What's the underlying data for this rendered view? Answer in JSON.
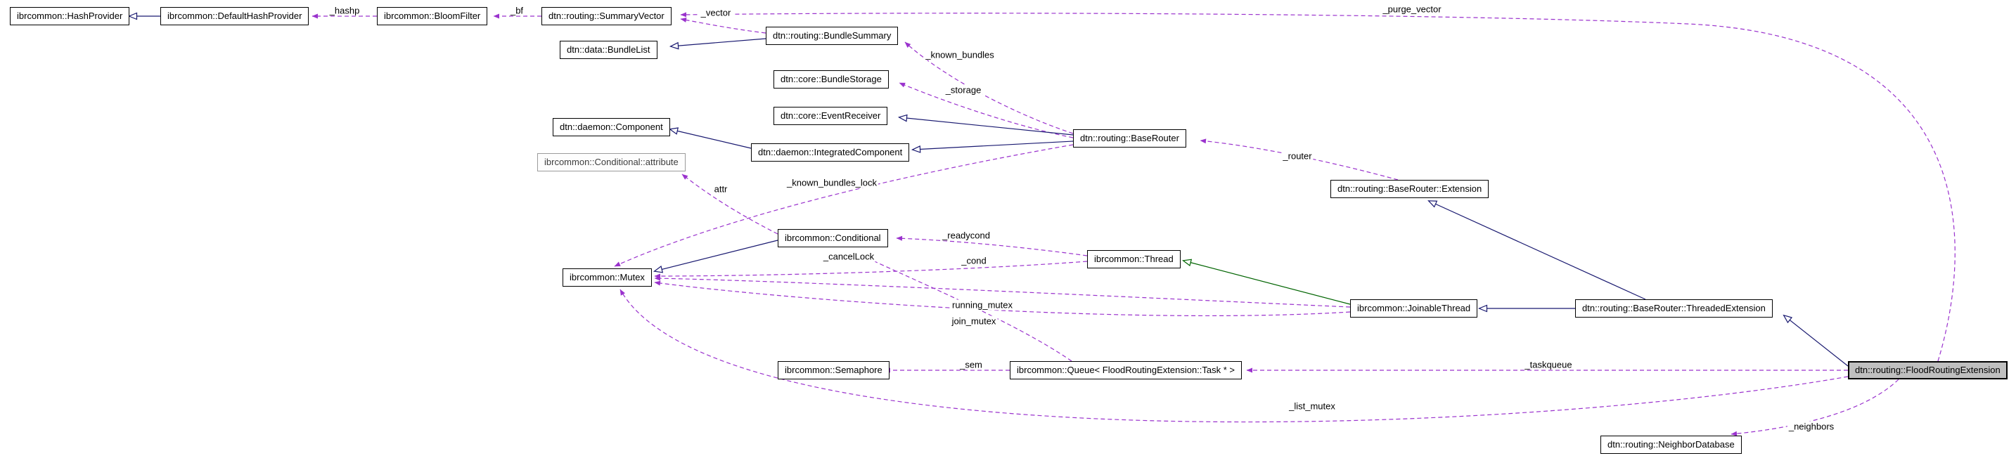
{
  "diagram": {
    "kind": "doxygen-collaboration-graph",
    "focus_class": "dtn::routing::FloodRoutingExtension",
    "colors": {
      "background": "#ffffff",
      "node_fill": "#ffffff",
      "node_border": "#000000",
      "focus_node_fill": "#bfbfbf",
      "undocumented_node_border": "#9b9b9b",
      "inheritance_edge": "#191970",
      "protected_inheritance_edge": "#006400",
      "usage_edge": "#9a32cd"
    }
  },
  "nodes": [
    {
      "id": "hashprovider",
      "label": "ibrcommon::HashProvider",
      "kind": "class"
    },
    {
      "id": "defaulthashprovider",
      "label": "ibrcommon::DefaultHashProvider",
      "kind": "class"
    },
    {
      "id": "bloomfilter",
      "label": "ibrcommon::BloomFilter",
      "kind": "class"
    },
    {
      "id": "summaryvector",
      "label": "dtn::routing::SummaryVector",
      "kind": "class"
    },
    {
      "id": "bundlelist",
      "label": "dtn::data::BundleList",
      "kind": "class"
    },
    {
      "id": "bundlesummary",
      "label": "dtn::routing::BundleSummary",
      "kind": "class"
    },
    {
      "id": "bundlestorage",
      "label": "dtn::core::BundleStorage",
      "kind": "class"
    },
    {
      "id": "eventreceiver",
      "label": "dtn::core::EventReceiver",
      "kind": "class"
    },
    {
      "id": "component",
      "label": "dtn::daemon::Component",
      "kind": "class"
    },
    {
      "id": "integratedcomponent",
      "label": "dtn::daemon::IntegratedComponent",
      "kind": "class"
    },
    {
      "id": "attribute",
      "label": "ibrcommon::Conditional::attribute",
      "kind": "undocumented"
    },
    {
      "id": "baserouter",
      "label": "dtn::routing::BaseRouter",
      "kind": "class"
    },
    {
      "id": "extension",
      "label": "dtn::routing::BaseRouter::Extension",
      "kind": "class"
    },
    {
      "id": "conditional",
      "label": "ibrcommon::Conditional",
      "kind": "class"
    },
    {
      "id": "thread",
      "label": "ibrcommon::Thread",
      "kind": "class"
    },
    {
      "id": "mutex",
      "label": "ibrcommon::Mutex",
      "kind": "class"
    },
    {
      "id": "joinablethread",
      "label": "ibrcommon::JoinableThread",
      "kind": "class"
    },
    {
      "id": "threadedextension",
      "label": "dtn::routing::BaseRouter::ThreadedExtension",
      "kind": "class"
    },
    {
      "id": "semaphore",
      "label": "ibrcommon::Semaphore",
      "kind": "class"
    },
    {
      "id": "queue",
      "label": "ibrcommon::Queue< FloodRoutingExtension::Task * >",
      "kind": "class"
    },
    {
      "id": "floodroutingextension",
      "label": "dtn::routing::FloodRoutingExtension",
      "kind": "focus"
    },
    {
      "id": "neighbordatabase",
      "label": "dtn::routing::NeighborDatabase",
      "kind": "class"
    }
  ],
  "edges": [
    {
      "from": "defaulthashprovider",
      "to": "hashprovider",
      "relation": "inheritance",
      "label": ""
    },
    {
      "from": "bloomfilter",
      "to": "defaulthashprovider",
      "relation": "usage",
      "label": "_hashp"
    },
    {
      "from": "summaryvector",
      "to": "bloomfilter",
      "relation": "usage",
      "label": "_bf"
    },
    {
      "from": "bundlesummary",
      "to": "summaryvector",
      "relation": "usage",
      "label": "_vector"
    },
    {
      "from": "bundlesummary",
      "to": "bundlelist",
      "relation": "inheritance",
      "label": ""
    },
    {
      "from": "baserouter",
      "to": "bundlesummary",
      "relation": "usage",
      "label": "_known_bundles"
    },
    {
      "from": "baserouter",
      "to": "bundlestorage",
      "relation": "usage",
      "label": "_storage"
    },
    {
      "from": "baserouter",
      "to": "eventreceiver",
      "relation": "inheritance",
      "label": ""
    },
    {
      "from": "baserouter",
      "to": "integratedcomponent",
      "relation": "inheritance",
      "label": ""
    },
    {
      "from": "integratedcomponent",
      "to": "component",
      "relation": "inheritance",
      "label": ""
    },
    {
      "from": "extension",
      "to": "baserouter",
      "relation": "usage",
      "label": "_router"
    },
    {
      "from": "conditional",
      "to": "attribute",
      "relation": "usage",
      "label": "attr"
    },
    {
      "from": "baserouter",
      "to": "mutex",
      "relation": "usage",
      "label": "_known_bundles_lock"
    },
    {
      "from": "conditional",
      "to": "mutex",
      "relation": "inheritance",
      "label": ""
    },
    {
      "from": "thread",
      "to": "conditional",
      "relation": "usage",
      "label": "_readycond"
    },
    {
      "from": "thread",
      "to": "mutex",
      "relation": "usage",
      "label": "_cancelLock"
    },
    {
      "from": "joinablethread",
      "to": "thread",
      "relation": "protected-inheritance",
      "label": ""
    },
    {
      "from": "queue",
      "to": "conditional",
      "relation": "usage",
      "label": "_cond"
    },
    {
      "from": "joinablethread",
      "to": "mutex",
      "relation": "usage",
      "label": "running_mutex"
    },
    {
      "from": "joinablethread",
      "to": "mutex",
      "relation": "usage",
      "label": "join_mutex"
    },
    {
      "from": "threadedextension",
      "to": "extension",
      "relation": "inheritance",
      "label": ""
    },
    {
      "from": "threadedextension",
      "to": "joinablethread",
      "relation": "inheritance",
      "label": ""
    },
    {
      "from": "queue",
      "to": "semaphore",
      "relation": "usage",
      "label": "_sem"
    },
    {
      "from": "floodroutingextension",
      "to": "queue",
      "relation": "usage",
      "label": "_taskqueue"
    },
    {
      "from": "floodroutingextension",
      "to": "threadedextension",
      "relation": "inheritance",
      "label": ""
    },
    {
      "from": "floodroutingextension",
      "to": "mutex",
      "relation": "usage",
      "label": "_list_mutex"
    },
    {
      "from": "floodroutingextension",
      "to": "neighbordatabase",
      "relation": "usage",
      "label": "_neighbors"
    },
    {
      "from": "floodroutingextension",
      "to": "summaryvector",
      "relation": "usage",
      "label": "_purge_vector"
    }
  ]
}
